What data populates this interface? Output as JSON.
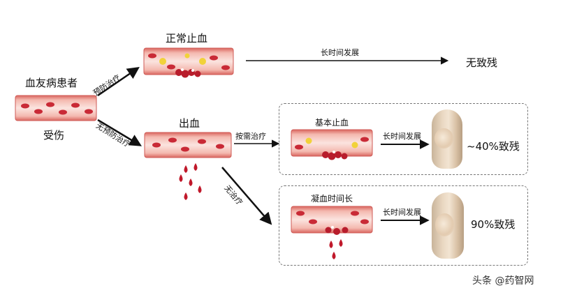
{
  "nodes": {
    "patient": "血友病患者",
    "injury": "受伤",
    "normal_stop": "正常止血",
    "bleeding": "出血",
    "no_disability": "无致残",
    "basic_stop": "基本止血",
    "clot_long": "凝血时间长",
    "pct_40": "~40%致残",
    "pct_90": "90%致残"
  },
  "edges": {
    "prophylaxis": "预防治疗",
    "no_prophylaxis": "无预防治疗",
    "on_demand": "按需治疗",
    "no_treatment": "无治疗",
    "long_term_1": "长时间发展",
    "long_term_2": "长时间发展",
    "long_term_3": "长时间发展"
  },
  "watermark": "头条 @药智网",
  "colors": {
    "vessel_outer": "#e3847c",
    "vessel_inner": "#f8dcd6",
    "blood_cell": "#c92a36",
    "platelet": "#f1d23a",
    "blood_drop": "#c0182a",
    "arrow": "#111111",
    "dashed_box": "#777777"
  }
}
